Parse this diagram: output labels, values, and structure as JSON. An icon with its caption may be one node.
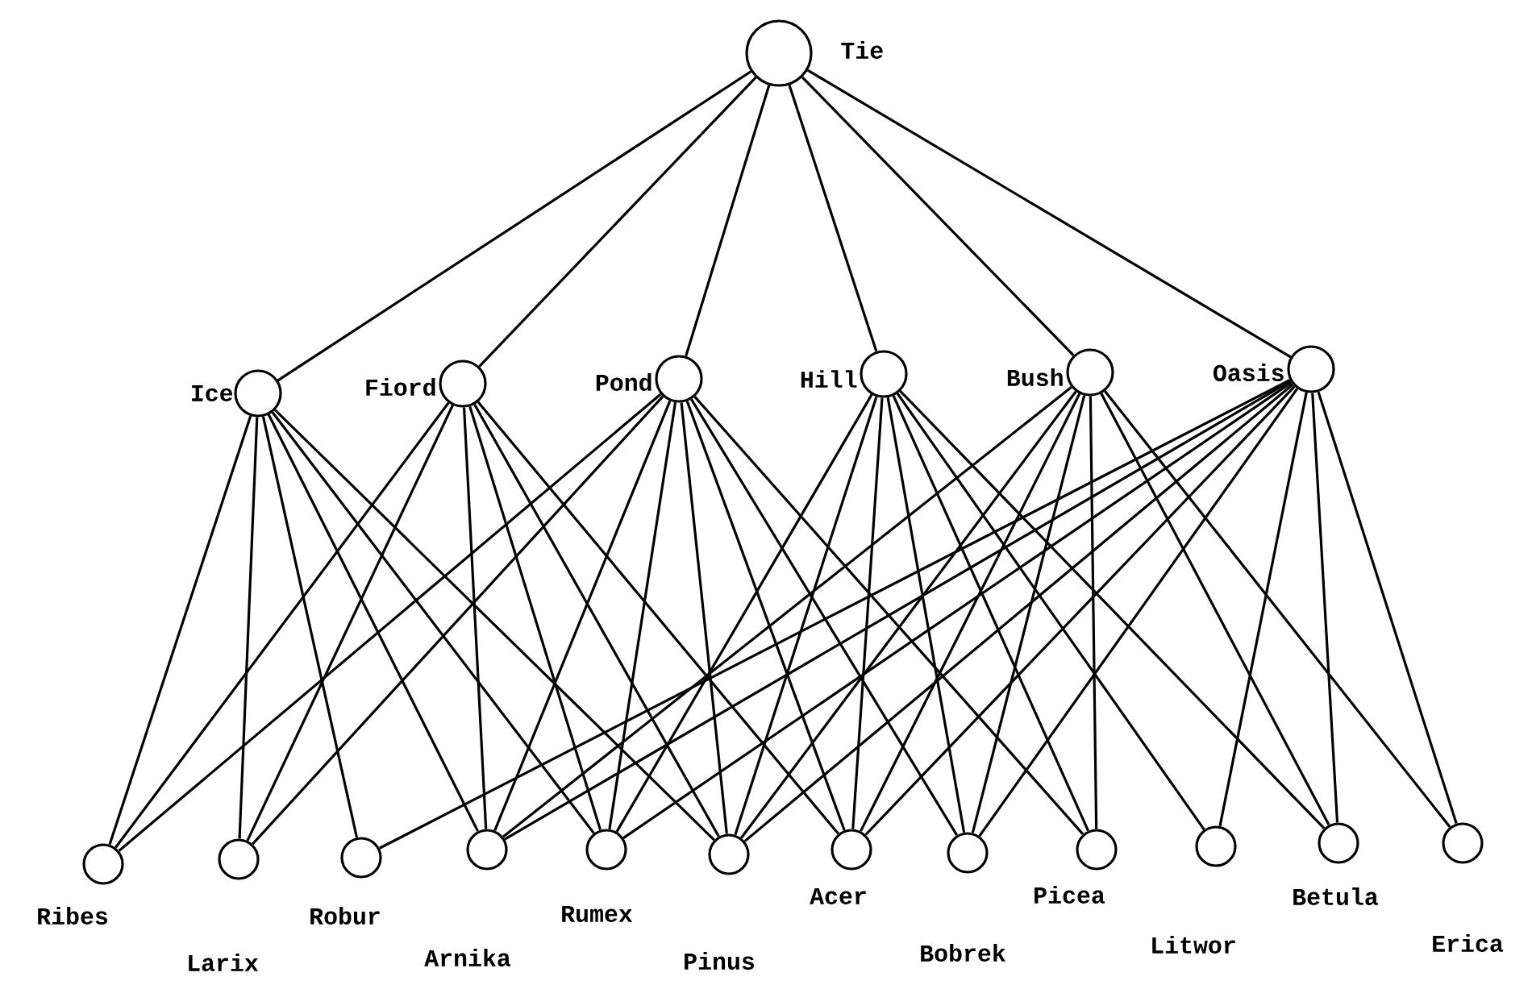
{
  "diagram": {
    "nodes": [
      {
        "text": [
          "Tie"
        ]
      },
      {
        "text": [
          "Ice"
        ]
      },
      {
        "text": [
          "Fiord"
        ]
      },
      {
        "text": [
          "Pond"
        ]
      },
      {
        "text": [
          "Hill"
        ]
      },
      {
        "text": [
          "Bush"
        ]
      },
      {
        "text": [
          "Oasis"
        ]
      },
      {
        "text": [
          "Ribes"
        ]
      },
      {
        "text": [
          "Larix"
        ]
      },
      {
        "text": [
          "Robur"
        ]
      },
      {
        "text": [
          "Arnika"
        ]
      },
      {
        "text": [
          "Rumex"
        ]
      },
      {
        "text": [
          "Pinus"
        ]
      },
      {
        "text": [
          "Acer"
        ]
      },
      {
        "text": [
          "Bobrek"
        ]
      },
      {
        "text": [
          "Picea"
        ]
      },
      {
        "text": [
          "Litwor"
        ]
      },
      {
        "text": [
          "Betula"
        ]
      },
      {
        "text": [
          "Erica"
        ]
      }
    ],
    "edges": [
      {
        "from": 0,
        "to": 1,
        "arrow": "none"
      },
      {
        "from": 0,
        "to": 2,
        "arrow": "none"
      },
      {
        "from": 0,
        "to": 3,
        "arrow": "none"
      },
      {
        "from": 0,
        "to": 4,
        "arrow": "none"
      },
      {
        "from": 0,
        "to": 5,
        "arrow": "none"
      },
      {
        "from": 0,
        "to": 6,
        "arrow": "none"
      },
      {
        "from": 1,
        "to": 7,
        "arrow": "none"
      },
      {
        "from": 1,
        "to": 8,
        "arrow": "none"
      },
      {
        "from": 1,
        "to": 9,
        "arrow": "none"
      },
      {
        "from": 1,
        "to": 10,
        "arrow": "none"
      },
      {
        "from": 1,
        "to": 11,
        "arrow": "none"
      },
      {
        "from": 1,
        "to": 12,
        "arrow": "none"
      },
      {
        "from": 2,
        "to": 7,
        "arrow": "none"
      },
      {
        "from": 2,
        "to": 8,
        "arrow": "none"
      },
      {
        "from": 2,
        "to": 10,
        "arrow": "none"
      },
      {
        "from": 2,
        "to": 11,
        "arrow": "none"
      },
      {
        "from": 2,
        "to": 12,
        "arrow": "none"
      },
      {
        "from": 2,
        "to": 13,
        "arrow": "none"
      },
      {
        "from": 3,
        "to": 7,
        "arrow": "none"
      },
      {
        "from": 3,
        "to": 8,
        "arrow": "none"
      },
      {
        "from": 3,
        "to": 10,
        "arrow": "none"
      },
      {
        "from": 3,
        "to": 11,
        "arrow": "none"
      },
      {
        "from": 3,
        "to": 12,
        "arrow": "none"
      },
      {
        "from": 3,
        "to": 13,
        "arrow": "none"
      },
      {
        "from": 3,
        "to": 14,
        "arrow": "none"
      },
      {
        "from": 3,
        "to": 15,
        "arrow": "none"
      },
      {
        "from": 4,
        "to": 11,
        "arrow": "none"
      },
      {
        "from": 4,
        "to": 12,
        "arrow": "none"
      },
      {
        "from": 4,
        "to": 13,
        "arrow": "none"
      },
      {
        "from": 4,
        "to": 14,
        "arrow": "none"
      },
      {
        "from": 4,
        "to": 15,
        "arrow": "none"
      },
      {
        "from": 4,
        "to": 16,
        "arrow": "none"
      },
      {
        "from": 4,
        "to": 17,
        "arrow": "none"
      },
      {
        "from": 5,
        "to": 10,
        "arrow": "none"
      },
      {
        "from": 5,
        "to": 12,
        "arrow": "none"
      },
      {
        "from": 5,
        "to": 13,
        "arrow": "none"
      },
      {
        "from": 5,
        "to": 14,
        "arrow": "none"
      },
      {
        "from": 5,
        "to": 15,
        "arrow": "none"
      },
      {
        "from": 5,
        "to": 17,
        "arrow": "none"
      },
      {
        "from": 5,
        "to": 18,
        "arrow": "none"
      },
      {
        "from": 6,
        "to": 9,
        "arrow": "none"
      },
      {
        "from": 6,
        "to": 10,
        "arrow": "none"
      },
      {
        "from": 6,
        "to": 11,
        "arrow": "none"
      },
      {
        "from": 6,
        "to": 12,
        "arrow": "none"
      },
      {
        "from": 6,
        "to": 13,
        "arrow": "none"
      },
      {
        "from": 6,
        "to": 14,
        "arrow": "none"
      },
      {
        "from": 6,
        "to": 16,
        "arrow": "none"
      },
      {
        "from": 6,
        "to": 17,
        "arrow": "none"
      },
      {
        "from": 6,
        "to": 18,
        "arrow": "none"
      }
    ]
  }
}
